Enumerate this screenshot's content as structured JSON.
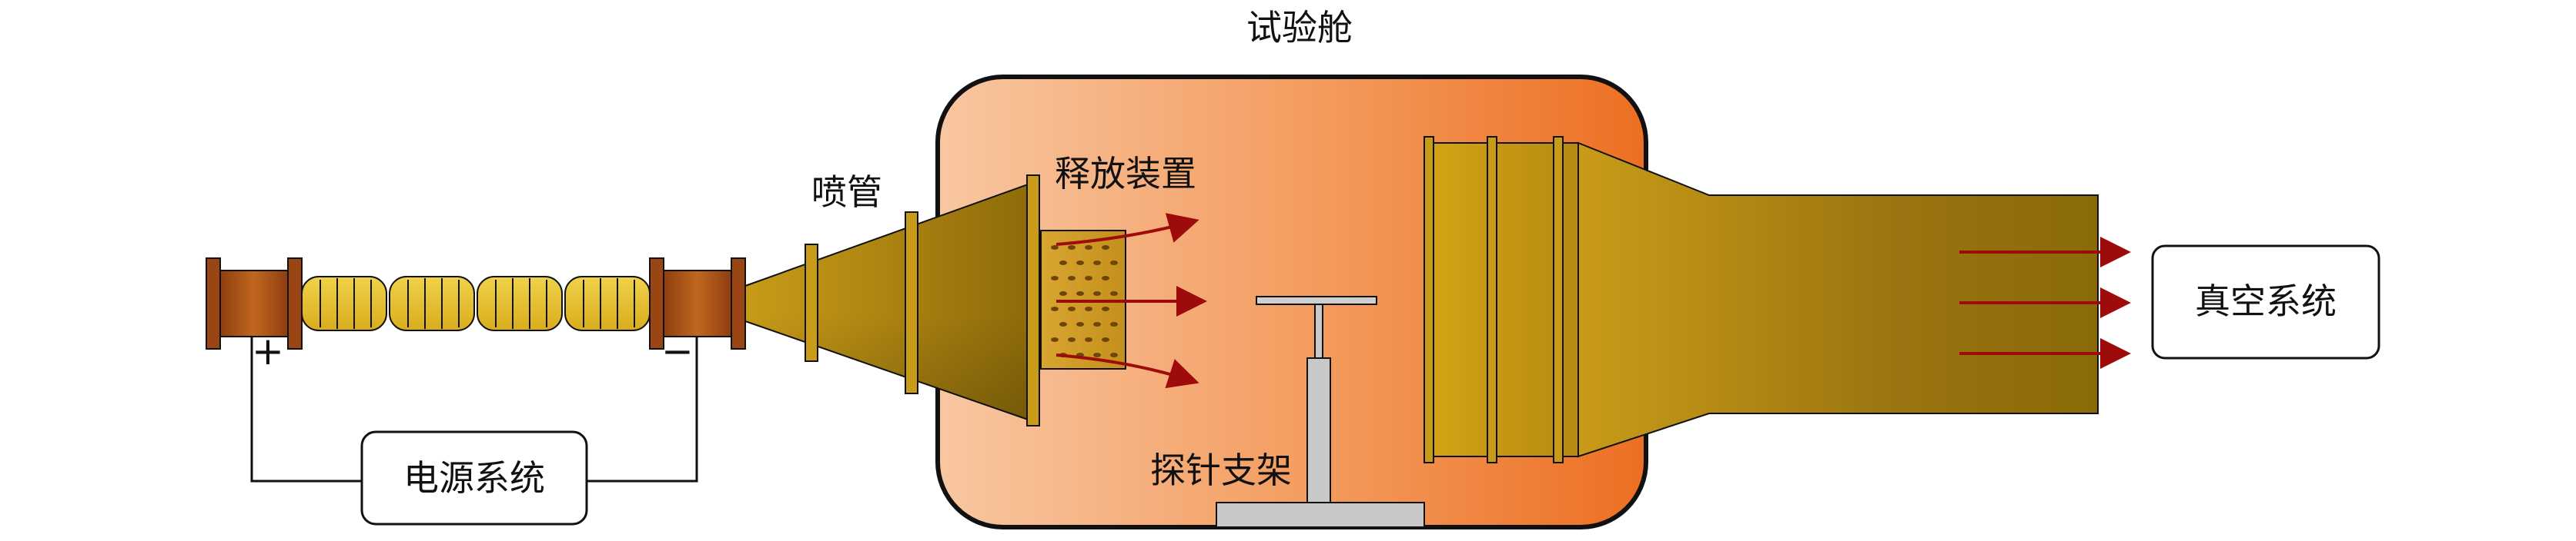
{
  "labels": {
    "chamber": "试验舱",
    "nozzle": "喷管",
    "release_device": "释放装置",
    "probe_stand": "探针支架",
    "power_system": "电源系统",
    "vacuum_system": "真空系统",
    "plus_sign": "+",
    "minus_sign": "−"
  },
  "colors": {
    "chamber_gradient_start": "#f8c7a2",
    "chamber_gradient_end": "#ec6f22",
    "nozzle_gold": "#c89b18",
    "nozzle_dark": "#8a6a08",
    "electrode_copper": "#b65a1c",
    "coil_yellow": "#e7c233",
    "flow_arrow": "#9e0b0b",
    "outline": "#111111",
    "probe_stand_grey": "#c8c8c8"
  }
}
